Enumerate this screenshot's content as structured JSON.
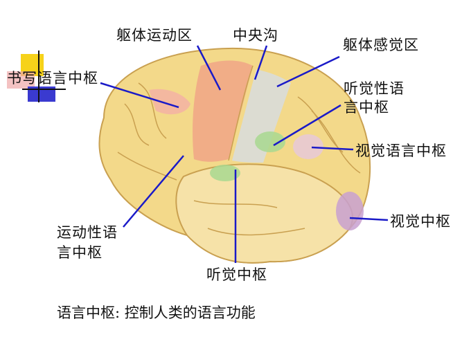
{
  "labels": {
    "motor_area": "躯体运动区",
    "central_sulcus": "中央沟",
    "somatosensory_area": "躯体感觉区",
    "writing_center": "书写语言中枢",
    "auditory_language_center_1": "听觉性语",
    "auditory_language_center_2": "言中枢",
    "visual_language_center": "视觉语言中枢",
    "visual_center": "视觉中枢",
    "motor_language_center_1": "运动性语",
    "motor_language_center_2": "言中枢",
    "auditory_center": "听觉中枢"
  },
  "caption": "语言中枢: 控制人类的语言功能",
  "colors": {
    "leader_line": "#1a1ac8",
    "brain_base": "#f3d98a",
    "motor": "#f0a486",
    "sensory": "#d8d8d0",
    "language": "#a8d890",
    "visual": "#c8a0d0"
  }
}
